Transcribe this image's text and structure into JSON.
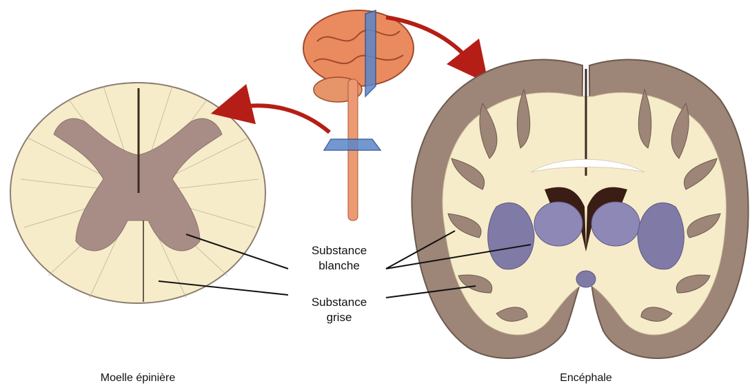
{
  "labels": {
    "white_matter_line1": "Substance",
    "white_matter_line2": "blanche",
    "grey_matter_line1": "Substance",
    "grey_matter_line2": "grise"
  },
  "captions": {
    "spinal_cord": "Moelle épinière",
    "brain": "Encéphale"
  },
  "colors": {
    "white_matter": "#f6ecc9",
    "grey_matter": "#9d8578",
    "cord_grey_matter": "#a88d87",
    "basal_nuclei": "#7f7aa6",
    "ventricle": "#3a1d14",
    "brain_surface": "#e98b5f",
    "section_plane": "#5b86c9",
    "arrow": "#b51e16",
    "leader_line": "#111111"
  }
}
